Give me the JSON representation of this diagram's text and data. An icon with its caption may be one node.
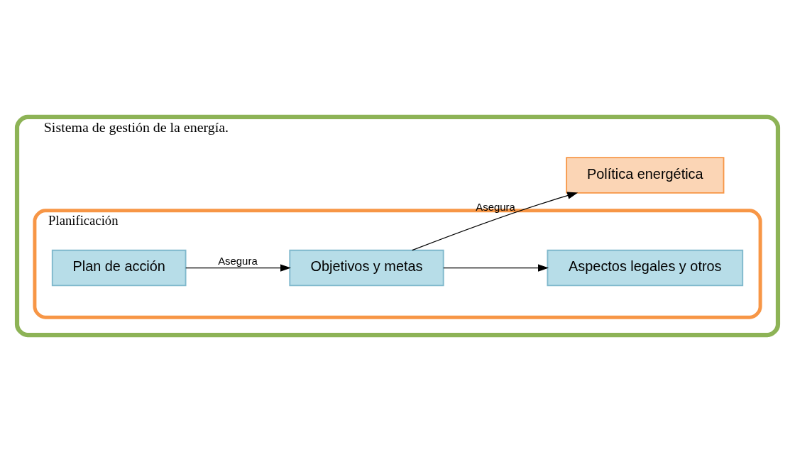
{
  "diagram": {
    "nodes": [
      {
        "text": [
          "Sistema de gestión de la energía."
        ]
      },
      {
        "text": [
          "Planificación"
        ],
        "in": 0
      },
      {
        "text": [
          "Objetivos y metas"
        ],
        "in": 1
      },
      {
        "text": [
          "Aspectos legales y otros"
        ],
        "in": 1
      },
      {
        "text": [
          "Plan de acción"
        ],
        "in": 1
      },
      {
        "text": [
          "Política energética"
        ],
        "in": 0
      }
    ],
    "edges": [
      {
        "from": 2,
        "to": 5,
        "arrow": "to",
        "label": "Asegura"
      },
      {
        "from": 2,
        "to": 3,
        "arrow": "to"
      },
      {
        "from": 4,
        "to": 2,
        "arrow": "to",
        "label": "Asegura"
      }
    ]
  }
}
